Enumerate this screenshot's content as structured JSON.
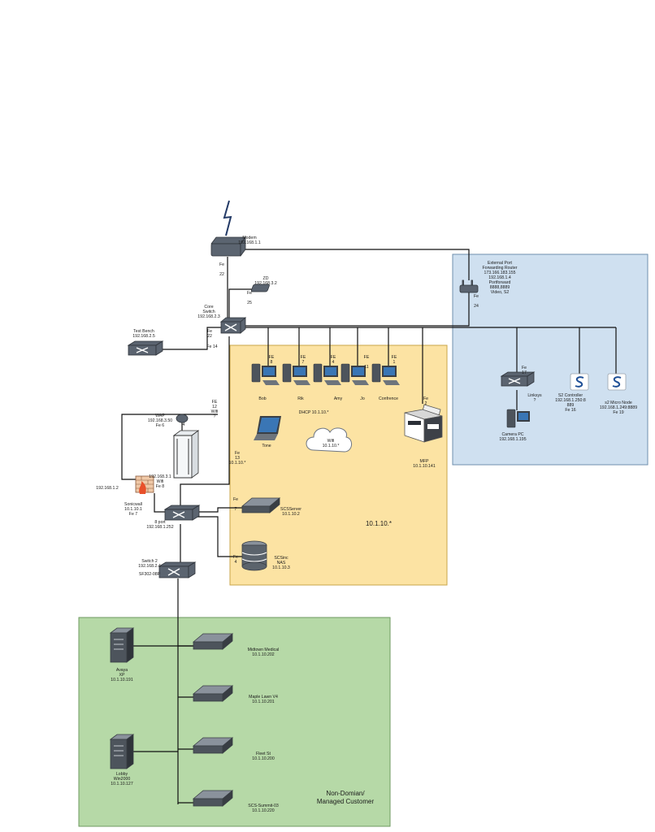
{
  "zones": {
    "dmz": {
      "fill": "#cfe0f0",
      "stroke": "#6f8fae"
    },
    "lan": {
      "label": "10.1.10.*",
      "fill": "#fce3a3",
      "stroke": "#c9a44a"
    },
    "managed": {
      "label": [
        "Non-Domian/",
        "Managed Customer"
      ],
      "fill": "#b6d9a7",
      "stroke": "#6f9a62"
    }
  },
  "colors": {
    "line": "#111111",
    "device": "#5b6470",
    "monitor": "#3a76b5"
  },
  "labels": {
    "modem": [
      "Modem",
      "192.168.1.1"
    ],
    "modem_port": [
      "Fe",
      "",
      "22"
    ],
    "zd": [
      "ZD",
      "192.168.3.2"
    ],
    "zd_port": [
      "Fe",
      "",
      "25"
    ],
    "core_switch": [
      "Core",
      "Switch",
      "192.168.2.3"
    ],
    "core_port": [
      "Fe",
      "22"
    ],
    "test_bench": [
      "Test Bench",
      "192.168.2.5"
    ],
    "test_bench_port": [
      "Fe 14"
    ],
    "router": [
      "External Port",
      "Forwarding Router",
      "173.166.183.155",
      "192.168.1.4",
      "Portforward",
      "8888,8889",
      "Video, S2"
    ],
    "router_port": [
      "Fe",
      "",
      "24"
    ],
    "pc_bob_port": [
      "FE",
      "8"
    ],
    "pc_rik_port": [
      "FE",
      "7"
    ],
    "pc_amy_port": [
      "FE",
      "4"
    ],
    "pc_jo_port": [
      "FE",
      "",
      "11"
    ],
    "pc_conf_port": [
      "FE",
      "1"
    ],
    "pc_bob": [
      "Bob"
    ],
    "pc_rik": [
      "Rik"
    ],
    "pc_amy": [
      "Amy"
    ],
    "pc_jo": [
      "Jo"
    ],
    "pc_conf": [
      "Confrence"
    ],
    "dhcp": [
      "DHCP 10.1.10.*"
    ],
    "wifi_cloud": [
      "Wifi",
      "10.1.10.*"
    ],
    "tone": [
      "Tone"
    ],
    "mfp_port": [
      "Fe",
      "2"
    ],
    "mfp": [
      "MFP",
      "10.1.10.141"
    ],
    "linksys_port": [
      "Fe",
      "17"
    ],
    "linksys": [
      "Linksys",
      "?"
    ],
    "camera_pc": [
      "Camera PC",
      "192.168.1.195"
    ],
    "s2_controller": [
      "S2 Controller",
      "192.168.1.250:8",
      "889",
      "Fe 16"
    ],
    "s2_micro": [
      "s2 Micro Node",
      "192.168.1.249:8889",
      "Fe 19"
    ],
    "fe12": [
      "FE",
      "12",
      "Wifi",
      "?"
    ],
    "wap": [
      "WAP",
      "192.168.3.50",
      "Fe 6"
    ],
    "wap_side": [
      "4"
    ],
    "fe13": [
      "Fe",
      "13",
      "10.1.10.*"
    ],
    "wifi_rack": [
      "192.168.3.1",
      "Wifi",
      "Fe 8"
    ],
    "ip_left": [
      "192.168.1.2"
    ],
    "sonicwall": [
      "Sonicwall",
      "10.1.10.1",
      "Fe 7"
    ],
    "port8": [
      "8 port",
      "192.168.1.252"
    ],
    "scs_server_port": [
      "Fe",
      "",
      "7"
    ],
    "scs_server": [
      "SCSServer",
      "10.1.10.2"
    ],
    "nas_port": [
      "Fe",
      "4"
    ],
    "nas": [
      "SCSinc",
      "NAS",
      "10.1.10.3"
    ],
    "switch2": [
      "Switch 2",
      "192.168.2.4"
    ],
    "switch2_model": [
      "SF302-08P"
    ],
    "avaya": [
      "Avaya",
      "XP",
      "10.1.10.191"
    ],
    "lobby": [
      "Lobby",
      "Win2000",
      "10.1.10.127"
    ],
    "midtown": [
      "Midtown Medical",
      "10.1.10.202"
    ],
    "maple": [
      "Maple Lawn V4",
      "10.1.10.201"
    ],
    "fleet": [
      "Fleet St",
      "10.1.10.200"
    ],
    "summit": [
      "SCS-Summit-03",
      "10.1.10.220"
    ]
  }
}
